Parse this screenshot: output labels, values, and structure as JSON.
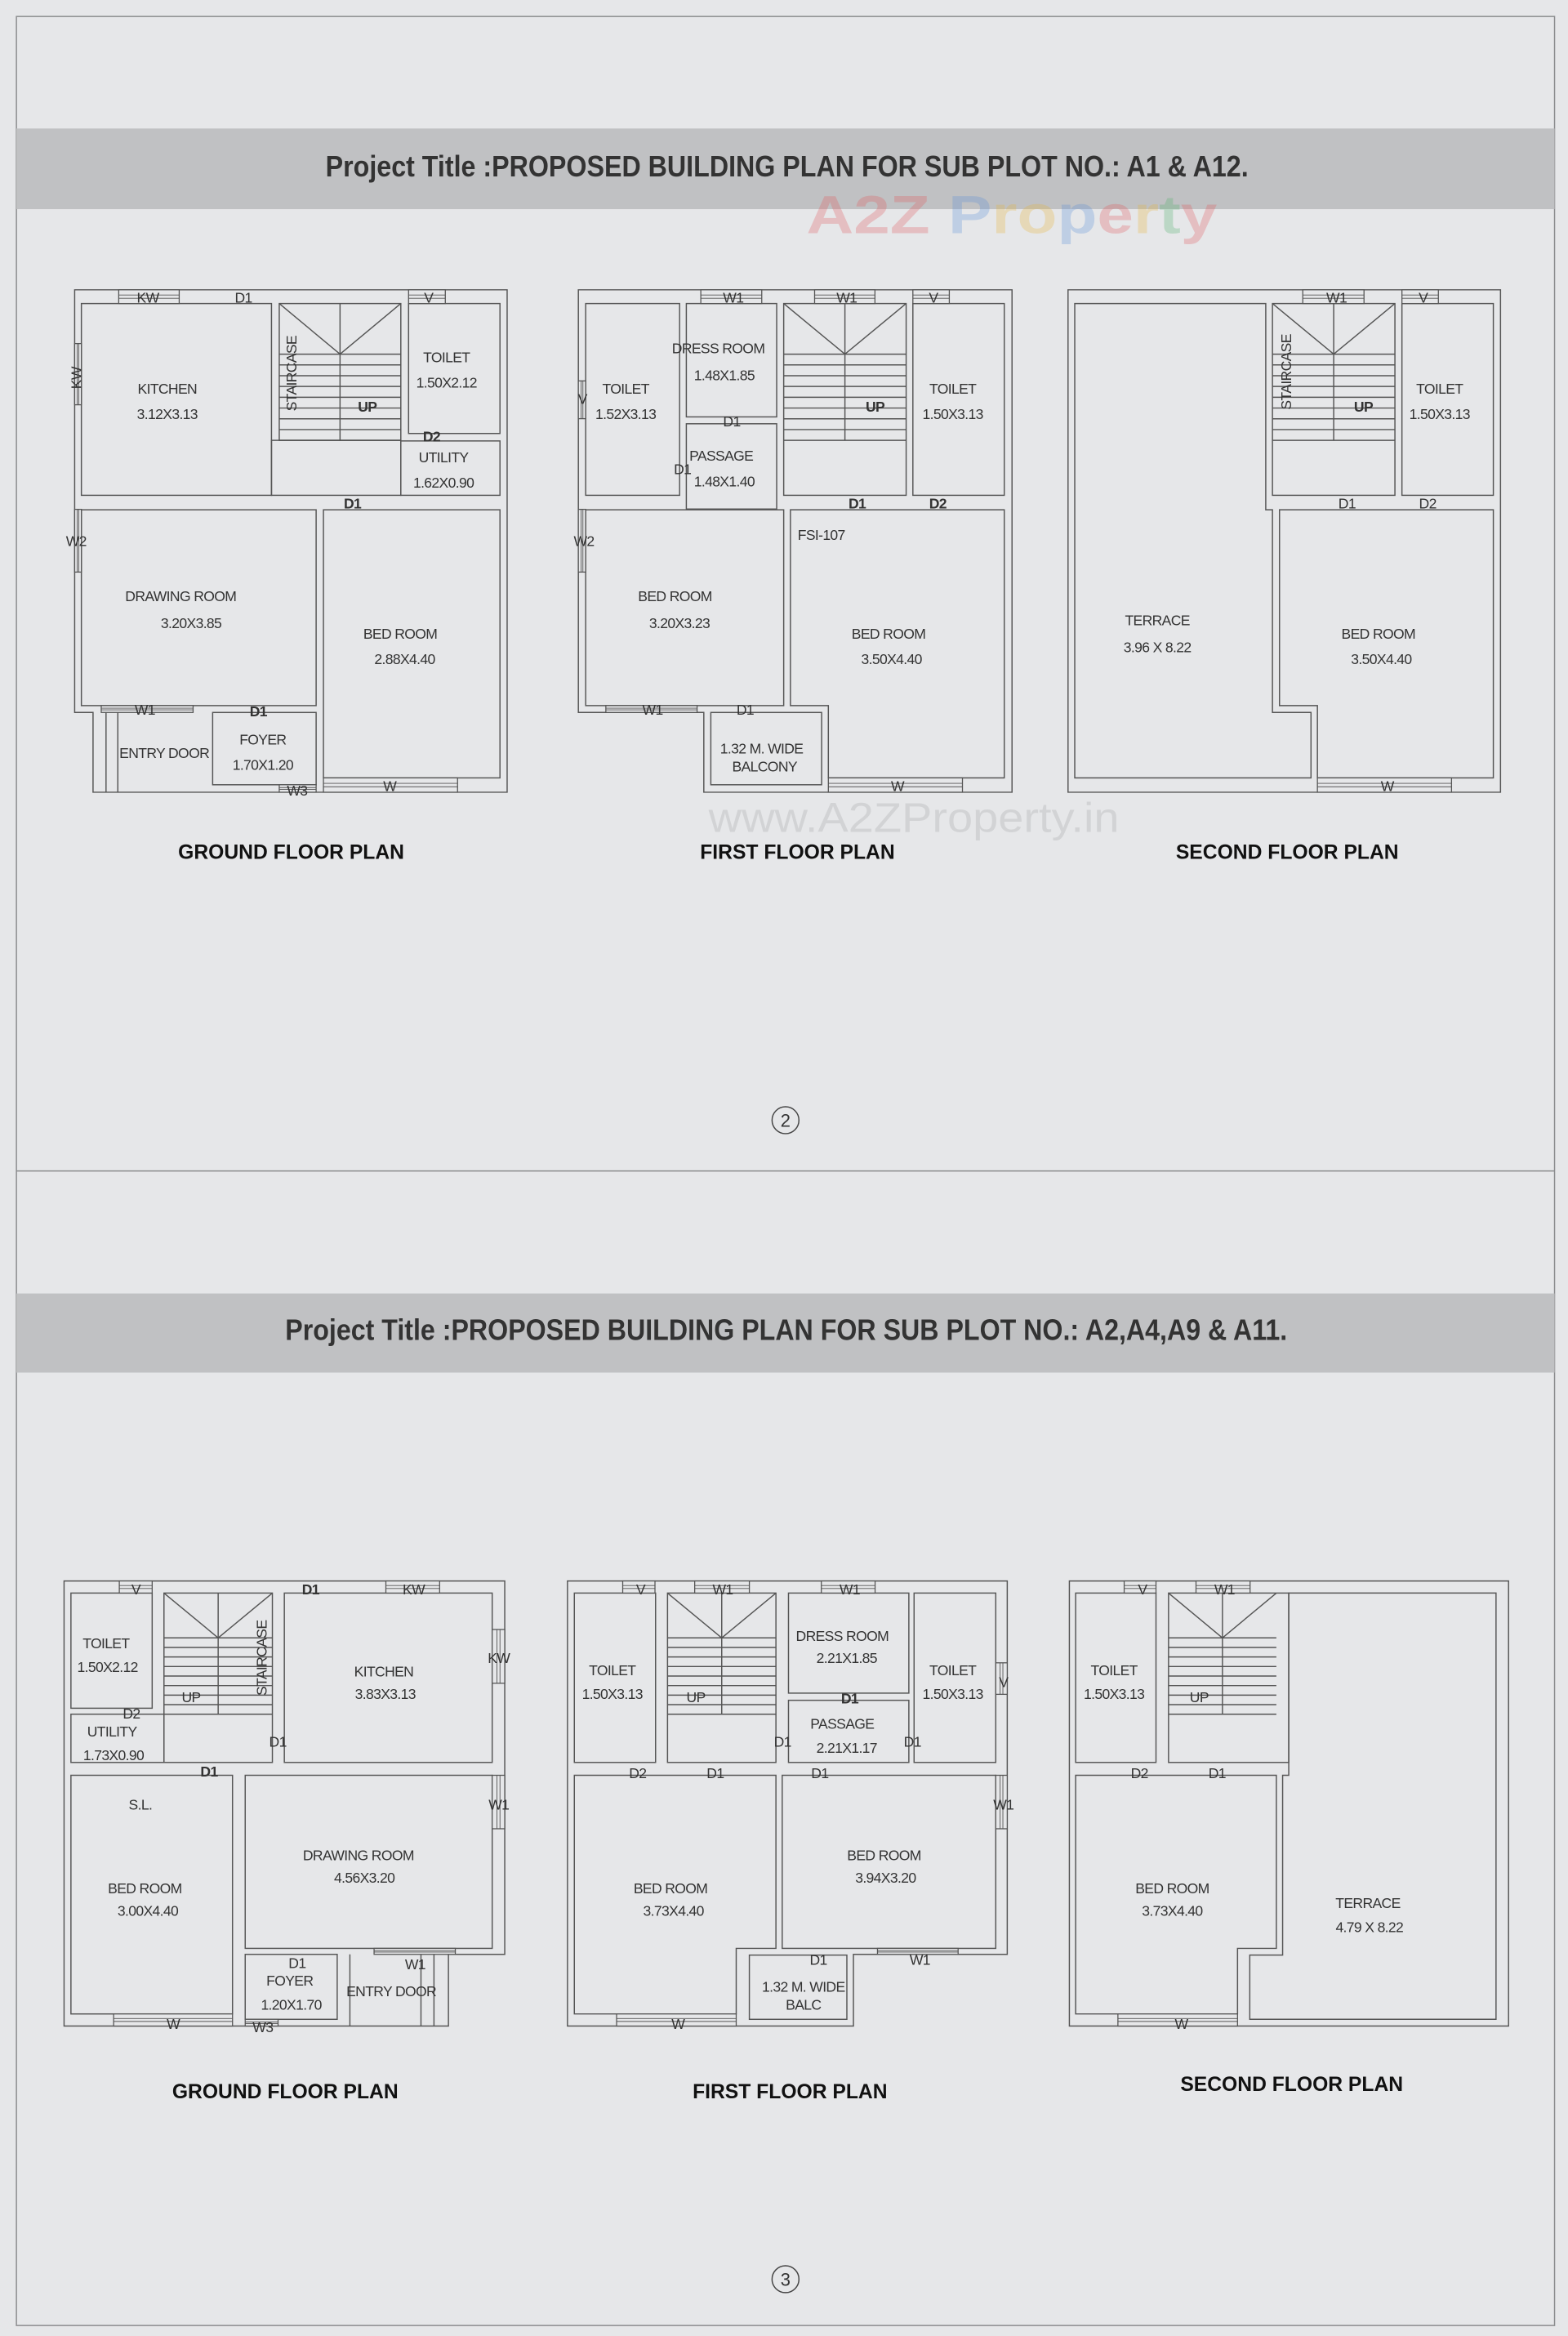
{
  "colors": {
    "background": "#e6e7e9",
    "header_band": "#c0c1c3",
    "line": "#555555",
    "text": "#333333"
  },
  "watermark": {
    "logo": "A2Z Property",
    "url": "www.A2ZProperty.in",
    "logo_colors": [
      "#e0575b",
      "#e0575b",
      "#e0575b",
      "#5b8fd8",
      "#5b8fd8",
      "#e7b53a",
      "#e7b53a",
      "#5b8fd8",
      "#e0575b",
      "#e7b53a",
      "#4fb06a"
    ]
  },
  "sheets": [
    {
      "title": "Project Title :PROPOSED BUILDING PLAN FOR SUB PLOT NO.: A1 & A12.",
      "page_number": "2",
      "floors": [
        {
          "caption": "GROUND FLOOR PLAN",
          "rooms": [
            {
              "name": "KITCHEN",
              "size": "3.12X3.13"
            },
            {
              "name": "STAIRCASE"
            },
            {
              "name": "TOILET",
              "size": "1.50X2.12"
            },
            {
              "name": "UTILITY",
              "size": "1.62X0.90"
            },
            {
              "name": "DRAWING ROOM",
              "size": "3.20X3.85"
            },
            {
              "name": "BED ROOM",
              "size": "2.88X4.40"
            },
            {
              "name": "FOYER",
              "size": "1.70X1.20"
            },
            {
              "name": "ENTRY DOOR"
            }
          ],
          "marks": [
            "KW",
            "D1",
            "V",
            "KW",
            "W2",
            "UP",
            "D2",
            "D1",
            "W1",
            "D1",
            "W3",
            "W"
          ]
        },
        {
          "caption": "FIRST FLOOR PLAN",
          "rooms": [
            {
              "name": "TOILET",
              "size": "1.52X3.13"
            },
            {
              "name": "DRESS ROOM",
              "size": "1.48X1.85"
            },
            {
              "name": "PASSAGE",
              "size": "1.48X1.40"
            },
            {
              "name": "BED ROOM",
              "size": "3.20X3.23"
            },
            {
              "name": "BED ROOM",
              "size": "3.50X4.40"
            },
            {
              "name": "1.32 M. WIDE",
              "size": "BALCONY"
            },
            {
              "name": "TOILET",
              "size": "1.50X3.13"
            }
          ],
          "marks": [
            "W1",
            "W1",
            "V",
            "V",
            "D1",
            "D1",
            "UP",
            "D1",
            "D2",
            "FSI-107",
            "W2",
            "W1",
            "D1",
            "W"
          ]
        },
        {
          "caption": "SECOND FLOOR PLAN",
          "rooms": [
            {
              "name": "STAIRCASE"
            },
            {
              "name": "TOILET",
              "size": "1.50X3.13"
            },
            {
              "name": "TERRACE",
              "size": "3.96 X 8.22"
            },
            {
              "name": "BED ROOM",
              "size": "3.50X4.40"
            }
          ],
          "marks": [
            "W1",
            "V",
            "UP",
            "D1",
            "D2",
            "W"
          ]
        }
      ]
    },
    {
      "title": "Project Title :PROPOSED BUILDING PLAN FOR SUB PLOT NO.: A2,A4,A9 & A11.",
      "page_number": "3",
      "floors": [
        {
          "caption": "GROUND FLOOR PLAN",
          "rooms": [
            {
              "name": "TOILET",
              "size": "1.50X2.12"
            },
            {
              "name": "UTILITY",
              "size": "1.73X0.90"
            },
            {
              "name": "STAIRCASE"
            },
            {
              "name": "KITCHEN",
              "size": "3.83X3.13"
            },
            {
              "name": "BED ROOM",
              "size": "3.00X4.40"
            },
            {
              "name": "DRAWING ROOM",
              "size": "4.56X3.20"
            },
            {
              "name": "FOYER",
              "size": "1.20X1.70"
            },
            {
              "name": "ENTRY DOOR"
            }
          ],
          "marks": [
            "V",
            "D1",
            "KW",
            "KW",
            "UP",
            "D2",
            "D1",
            "D1",
            "S.L.",
            "W1",
            "D1",
            "W1",
            "W",
            "W3"
          ]
        },
        {
          "caption": "FIRST FLOOR PLAN",
          "rooms": [
            {
              "name": "TOILET",
              "size": "1.50X3.13"
            },
            {
              "name": "DRESS ROOM",
              "size": "2.21X1.85"
            },
            {
              "name": "PASSAGE",
              "size": "2.21X1.17"
            },
            {
              "name": "TOILET",
              "size": "1.50X3.13"
            },
            {
              "name": "BED ROOM",
              "size": "3.73X4.40"
            },
            {
              "name": "BED ROOM",
              "size": "3.94X3.20"
            },
            {
              "name": "1.32 M. WIDE",
              "size": "BALC"
            }
          ],
          "marks": [
            "V",
            "W1",
            "W1",
            "UP",
            "D1",
            "D1",
            "D1",
            "V",
            "D2",
            "D1",
            "D1",
            "W1",
            "D1",
            "W1",
            "W"
          ]
        },
        {
          "caption": "SECOND FLOOR PLAN",
          "rooms": [
            {
              "name": "TOILET",
              "size": "1.50X3.13"
            },
            {
              "name": "BED ROOM",
              "size": "3.73X4.40"
            },
            {
              "name": "TERRACE",
              "size": "4.79 X 8.22"
            }
          ],
          "marks": [
            "V",
            "W1",
            "UP",
            "D2",
            "D1",
            "W"
          ]
        }
      ]
    }
  ]
}
